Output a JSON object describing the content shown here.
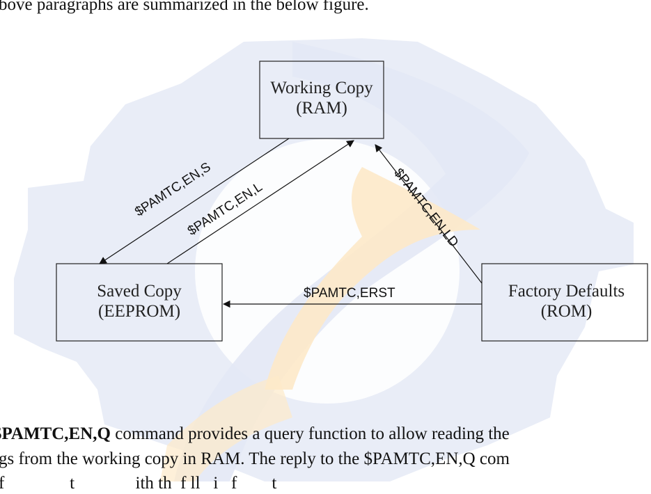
{
  "text_top": "bove paragraphs are summarized in the below figure.",
  "figure": {
    "boxes": {
      "working": {
        "line1": "Working Copy",
        "line2": "(RAM)"
      },
      "saved": {
        "line1": "Saved Copy",
        "line2": "(EEPROM)"
      },
      "factory": {
        "line1": "Factory Defaults",
        "line2": "(ROM)"
      }
    },
    "arrows": {
      "save": "$PAMTC,EN,S",
      "load": "$PAMTC,EN,L",
      "load_defaults": "$PAMTC,EN,LD",
      "reset": "$PAMTC,ERST"
    }
  },
  "text_bottom": {
    "line1_cmd": "PAMTC,EN,Q",
    "line1_rest": " command provides a query function to allow reading the",
    "line2": "gs from the working copy in RAM.  The reply to the $PAMTC,EN,Q com",
    "line3": "f               t              ith th  f ll   i   f        t"
  },
  "colors": {
    "watermark_blue": "#e3e8f5",
    "watermark_orange": "#fde9c9",
    "ink": "#111111"
  }
}
